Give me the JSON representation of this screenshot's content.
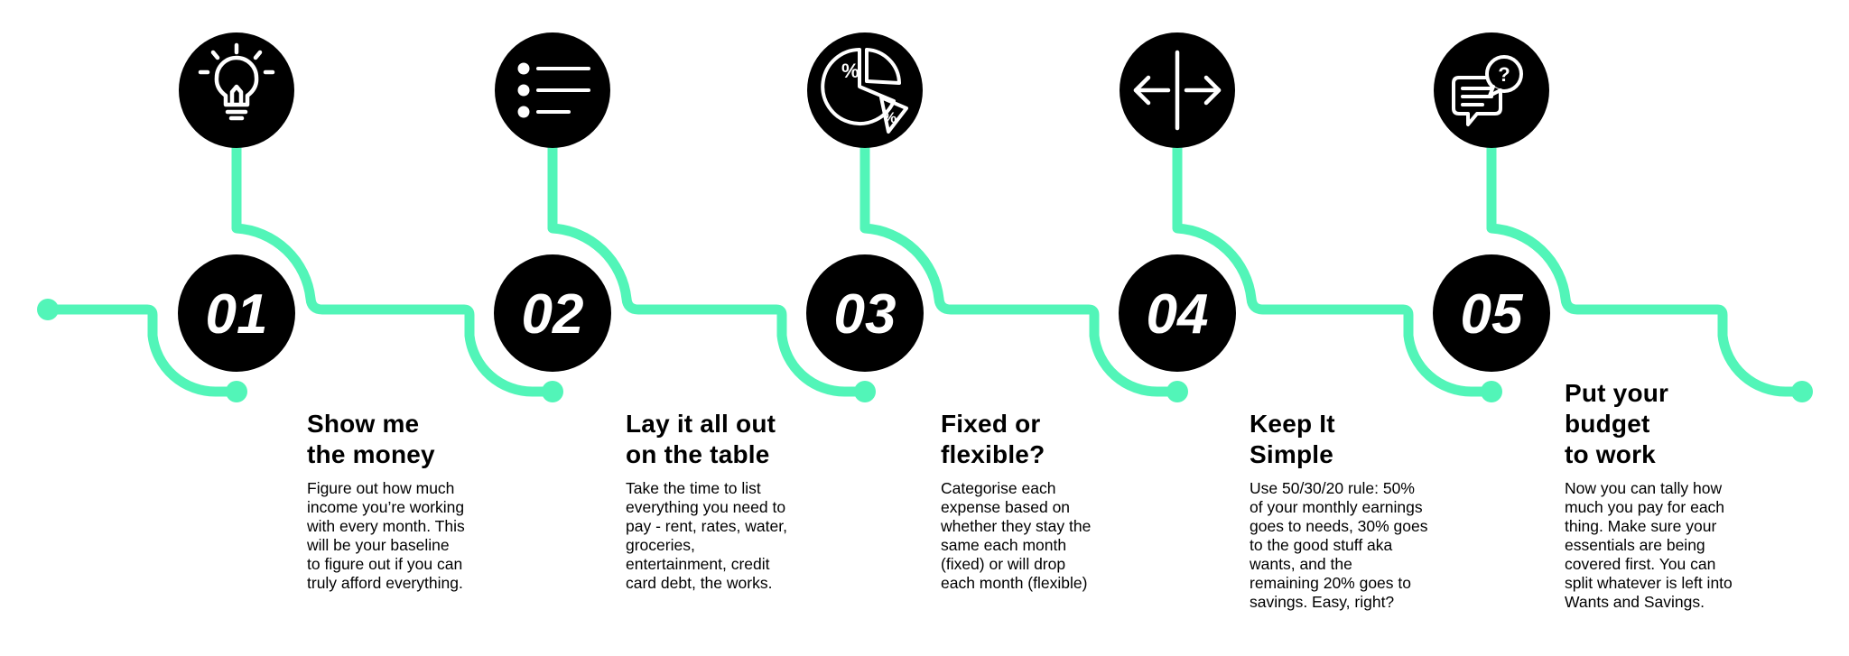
{
  "colors": {
    "accent": "#52f5b8",
    "circle": "#000000",
    "icon": "#ffffff",
    "text": "#000000"
  },
  "steps": [
    {
      "number": "01",
      "icon": "lightbulb-icon",
      "title": [
        "Show me",
        "the money"
      ],
      "desc": [
        "Figure out how much",
        "income you’re working",
        "with every month. This",
        "will be your baseline",
        "to figure out if you can",
        "truly afford everything."
      ]
    },
    {
      "number": "02",
      "icon": "list-icon",
      "title": [
        "Lay it all out",
        "on the table"
      ],
      "desc": [
        "Take the time to list",
        "everything you need to",
        "pay - rent, rates, water,",
        "groceries,",
        "entertainment, credit",
        "card debt, the works."
      ]
    },
    {
      "number": "03",
      "icon": "pie-chart-percent-icon",
      "title": [
        "Fixed or",
        "flexible?"
      ],
      "desc": [
        "Categorise each",
        "expense based on",
        "whether they stay the",
        "same each month",
        "(fixed) or will drop",
        "each month (flexible)"
      ]
    },
    {
      "number": "04",
      "icon": "split-arrows-icon",
      "title": [
        "Keep It",
        "Simple"
      ],
      "desc": [
        "Use 50/30/20 rule: 50%",
        "of your monthly earnings",
        "goes to needs, 30% goes",
        "to the good stuff aka",
        "wants, and the",
        "remaining 20% goes to",
        "savings. Easy, right?"
      ]
    },
    {
      "number": "05",
      "icon": "chat-question-icon",
      "title": [
        "Put your",
        "budget",
        "to work"
      ],
      "desc": [
        "Now you can tally how",
        "much you pay for each",
        "thing. Make sure your",
        "essentials are being",
        "covered first. You can",
        "split whatever is left into",
        "Wants and Savings."
      ]
    }
  ]
}
